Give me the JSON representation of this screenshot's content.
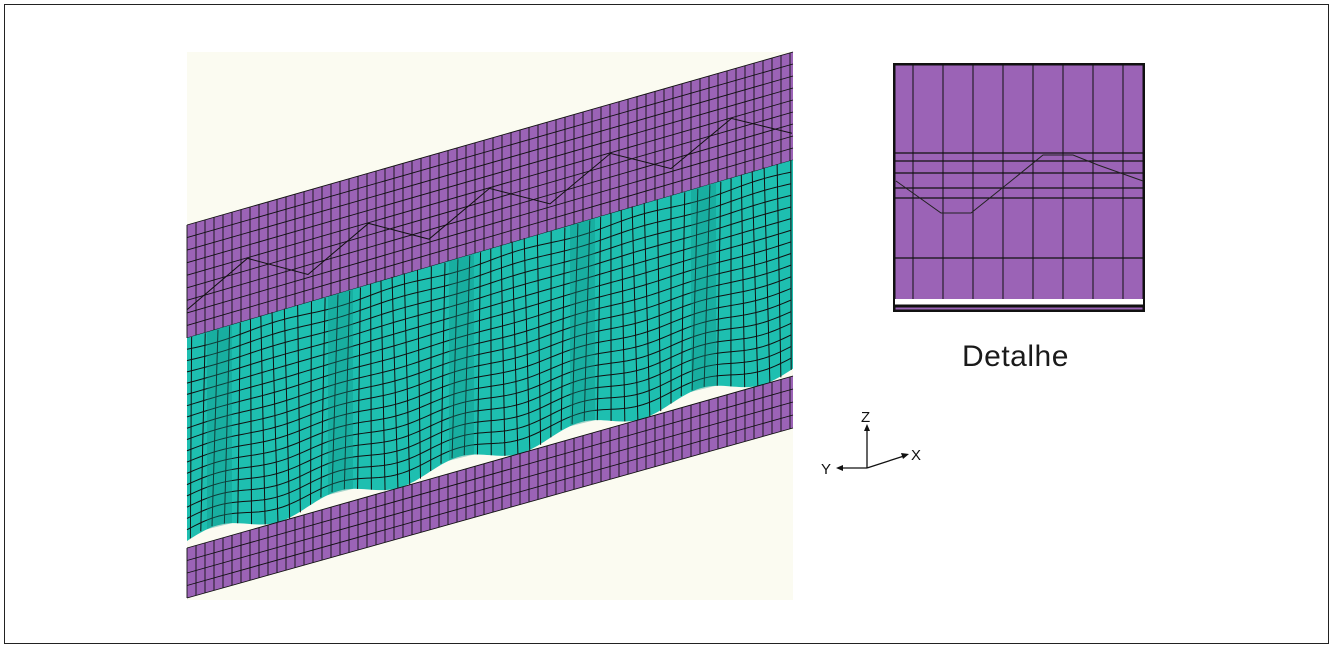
{
  "detail": {
    "label": "Detalhe"
  },
  "axes": {
    "z_label": "Z",
    "x_label": "X",
    "y_label": "Y"
  },
  "colors": {
    "flange": "#9b63b6",
    "web": "#1ebfb0",
    "mesh": "#111111",
    "sky": "#fbfbf1"
  }
}
